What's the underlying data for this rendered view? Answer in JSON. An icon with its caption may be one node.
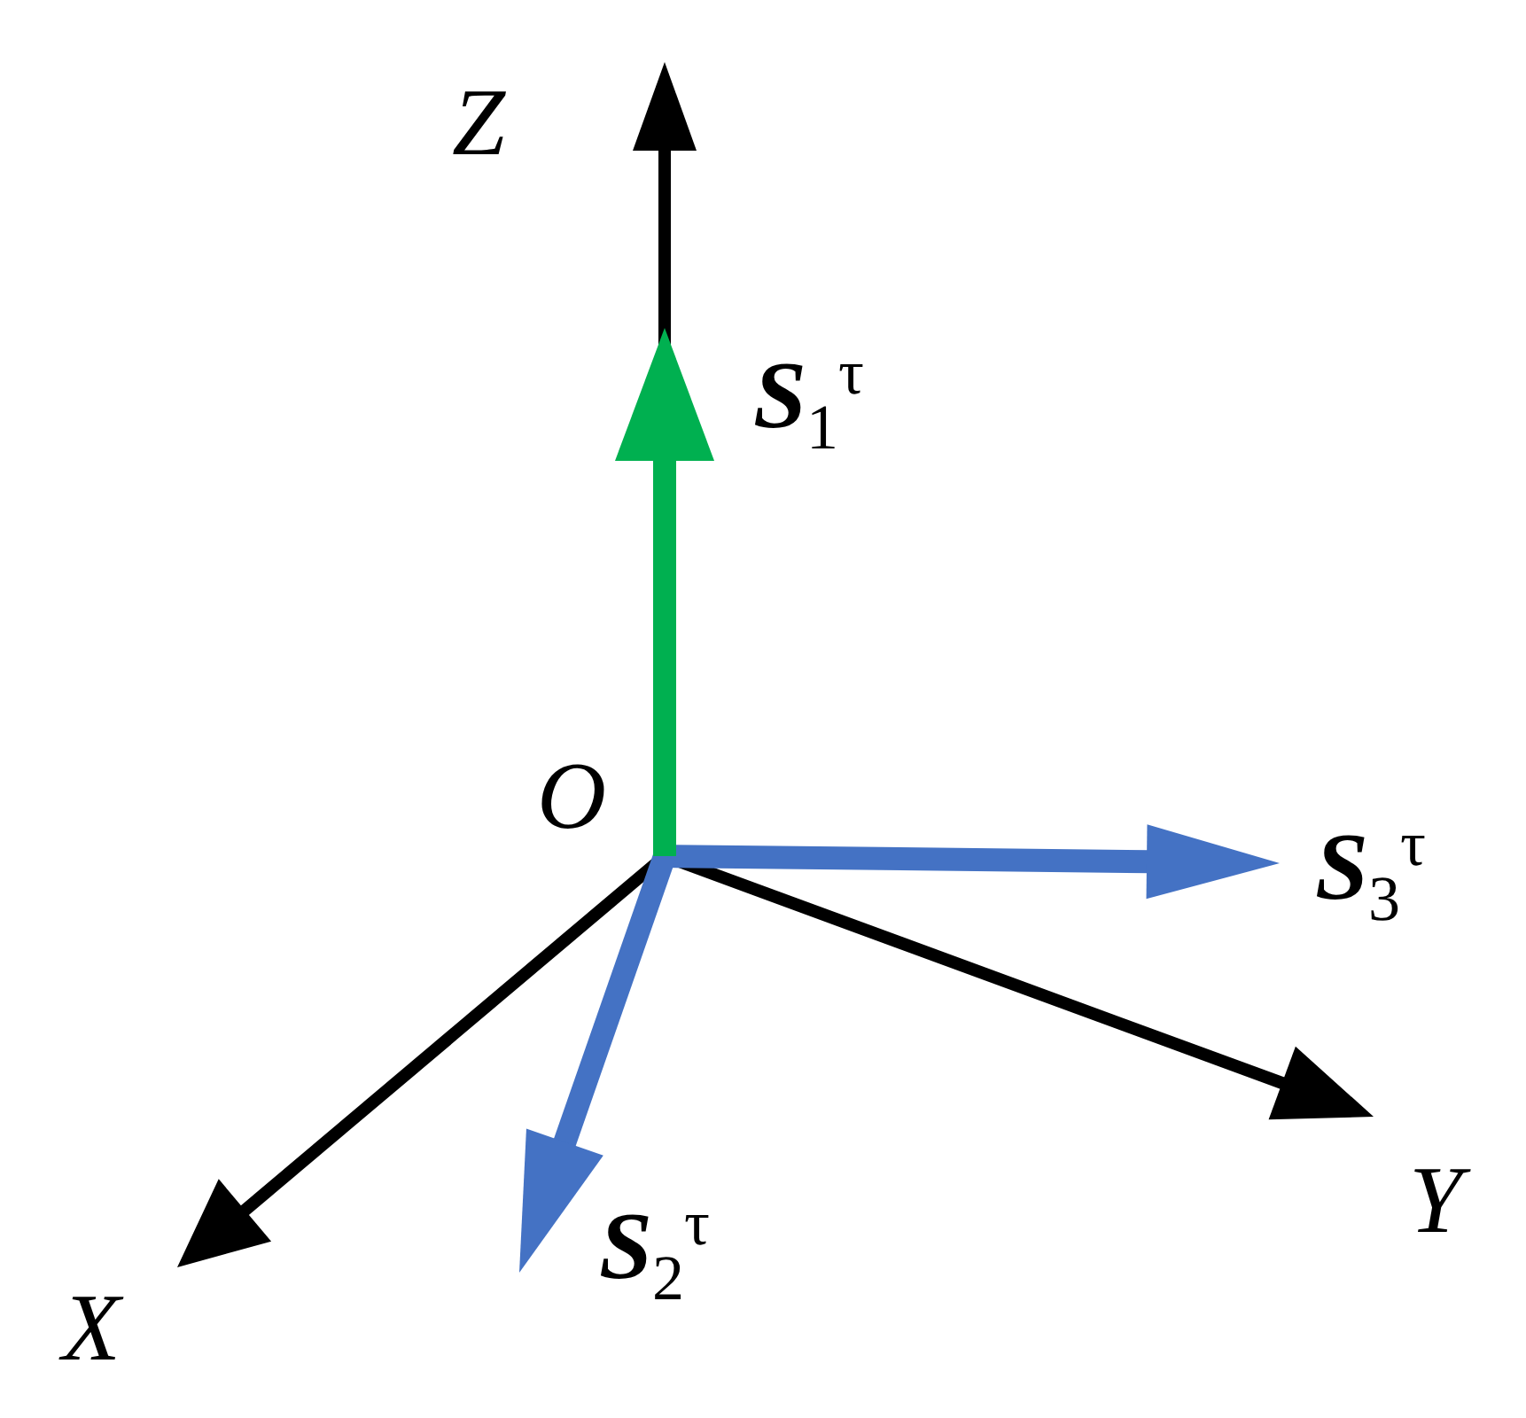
{
  "diagram": {
    "labels": [
      "Z",
      "**S**$_{1}$$^{τ}$",
      "O",
      "**S**$_{3}$$^{τ}$",
      "Y",
      "X",
      "**S**$_{2}$$^{τ}$"
    ]
  }
}
